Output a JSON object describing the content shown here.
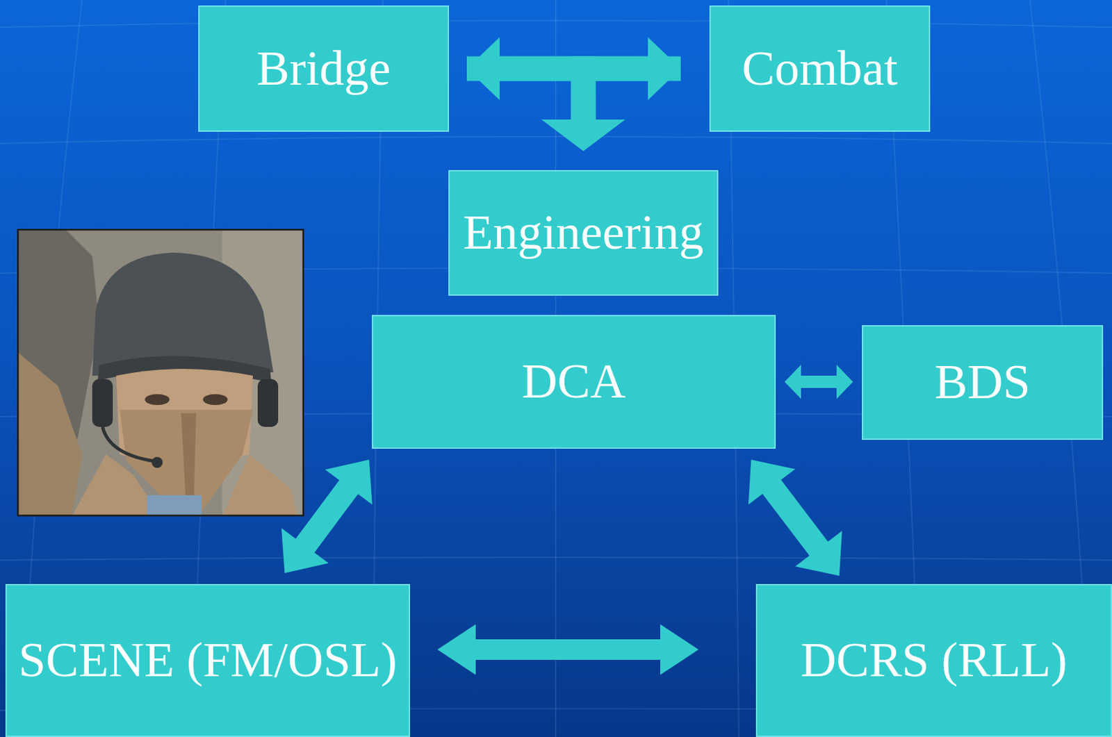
{
  "diagram": {
    "nodes": [
      {
        "text": [
          "Bridge"
        ]
      },
      {
        "text": [
          "Combat"
        ]
      },
      {
        "text": [
          "Engineering"
        ]
      },
      {
        "text": [
          "DCA"
        ]
      },
      {
        "text": [
          "BDS"
        ]
      },
      {
        "text": [
          "SCENE (FM/OSL)"
        ]
      },
      {
        "text": [
          "DCRS (RLL)"
        ]
      }
    ],
    "edges": [
      {
        "from": 0,
        "to": 1,
        "arrow": "both"
      },
      {
        "from": 0,
        "to": 2,
        "arrow": "to"
      },
      {
        "from": 1,
        "to": 2,
        "arrow": "to"
      },
      {
        "from": 3,
        "to": 4,
        "arrow": "both"
      },
      {
        "from": 3,
        "to": 5,
        "arrow": "both"
      },
      {
        "from": 3,
        "to": 6,
        "arrow": "both"
      },
      {
        "from": 5,
        "to": 6,
        "arrow": "both"
      }
    ]
  }
}
